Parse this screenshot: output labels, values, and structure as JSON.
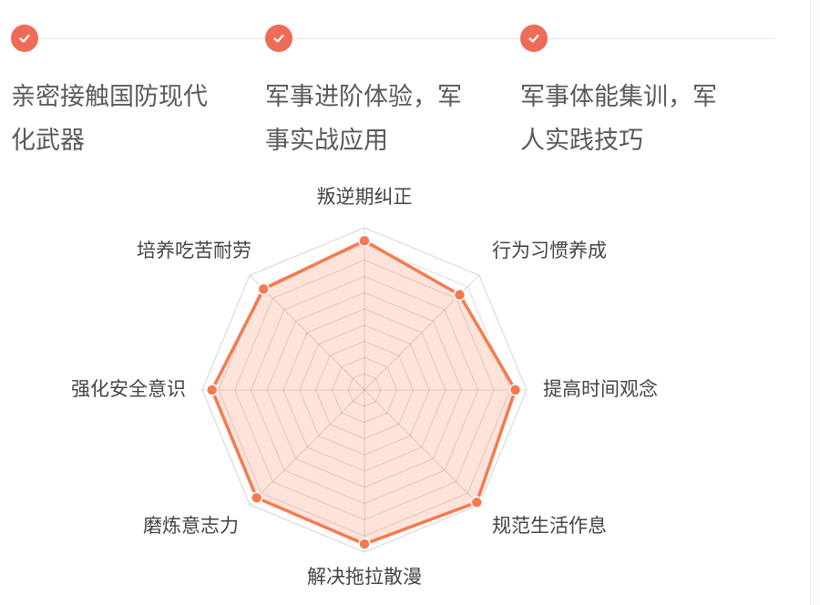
{
  "steps": [
    {
      "icon": "check-circle-icon",
      "text": "亲密接触国防现代化武器",
      "line1": "亲密接触国防现代",
      "line2": "化武器"
    },
    {
      "icon": "check-circle-icon",
      "text": "军事进阶体验，军事实战应用",
      "line1": "军事进阶体验，军",
      "line2": "事实战应用"
    },
    {
      "icon": "check-circle-icon",
      "text": "军事体能集训，军人实践技巧",
      "line1": "军事体能集训，军",
      "line2": "人实践技巧"
    }
  ],
  "colors": {
    "accent": "#ef6b57",
    "series_line": "#f47b4f",
    "series_fill": "#fde3da",
    "grid": "#e0e0e0",
    "text": "#555555"
  },
  "chart_data": {
    "type": "radar",
    "title": "",
    "indicators": [
      "叛逆期纠正",
      "行为习惯养成",
      "提高时间观念",
      "规范生活作息",
      "解决拖拉散漫",
      "磨炼意志力",
      "强化安全意识",
      "培养吃苦耐劳"
    ],
    "max": 100,
    "split_number": 10,
    "series": [
      {
        "name": "",
        "values": [
          92,
          83,
          93,
          98,
          95,
          94,
          94,
          88
        ]
      }
    ],
    "legend": "none",
    "grid": true
  }
}
